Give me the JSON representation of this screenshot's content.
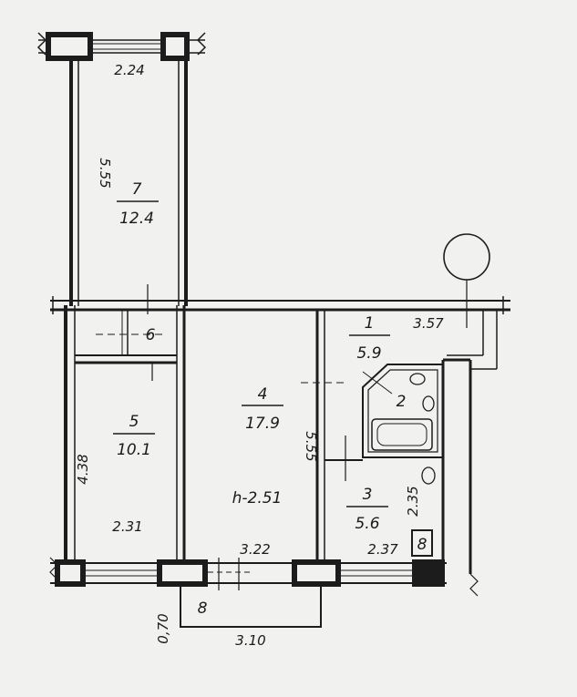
{
  "rooms": [
    {
      "id": "room-7",
      "number": "7",
      "area": "12.4"
    },
    {
      "id": "room-6",
      "number": "6"
    },
    {
      "id": "room-5",
      "number": "5",
      "area": "10.1"
    },
    {
      "id": "room-4",
      "number": "4",
      "area": "17.9"
    },
    {
      "id": "room-1",
      "number": "1",
      "area": "5.9"
    },
    {
      "id": "room-2",
      "number": "2"
    },
    {
      "id": "room-3",
      "number": "3",
      "area": "5.6"
    },
    {
      "id": "room-8-closet",
      "number": "8"
    },
    {
      "id": "balcony-8",
      "number": "8"
    }
  ],
  "dimensions": {
    "room7_width": "2.24",
    "room7_length": "5.55",
    "room1_width": "3.57",
    "room4_length": "5.55",
    "room5_length": "4.38",
    "room5_width": "2.31",
    "room4_width": "3.22",
    "room3_length": "2.35",
    "room3_width": "2.37",
    "balcony_depth": "0,70",
    "balcony_width": "3.10"
  },
  "ceiling_height": "h-2.51"
}
